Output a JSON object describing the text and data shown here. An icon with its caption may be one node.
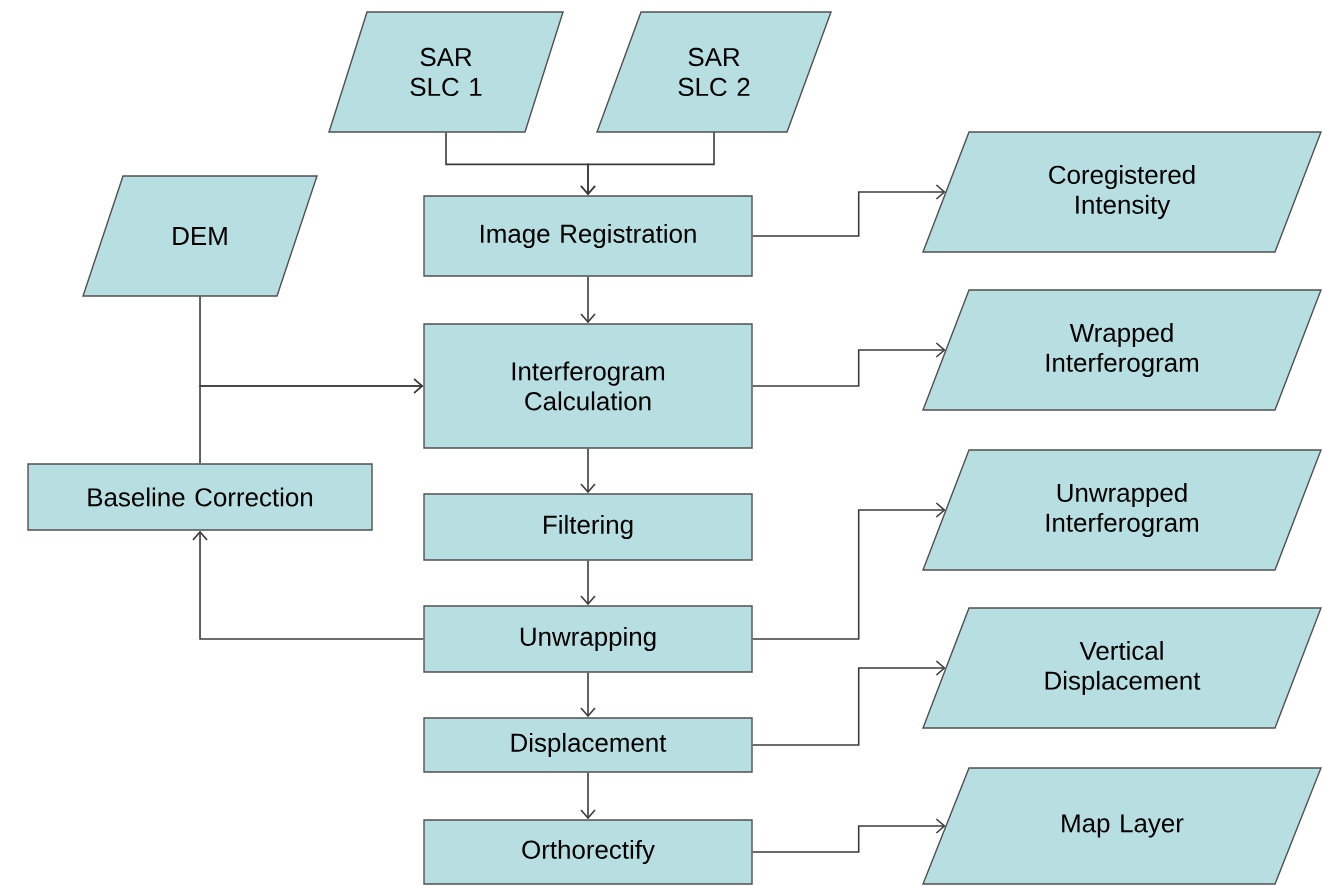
{
  "diagram": {
    "nodes": [
      {
        "text": [
          "SAR SLC 1"
        ]
      },
      {
        "text": [
          "SAR SLC 2"
        ]
      },
      {
        "text": [
          "DEM"
        ]
      },
      {
        "text": [
          "Image Registration"
        ]
      },
      {
        "text": [
          "Coregistered Intensity"
        ]
      },
      {
        "text": [
          "Interferogram Calculation"
        ]
      },
      {
        "text": [
          "Wrapped Interferogram"
        ]
      },
      {
        "text": [
          "Baseline Correction"
        ]
      },
      {
        "text": [
          "Filtering"
        ]
      },
      {
        "text": [
          "Unwrapped Interferogram"
        ]
      },
      {
        "text": [
          "Unwrapping"
        ]
      },
      {
        "text": [
          "Vertical Displacement"
        ]
      },
      {
        "text": [
          "Displacement"
        ]
      },
      {
        "text": [
          "Orthorectify"
        ]
      },
      {
        "text": [
          "Map Layer"
        ]
      }
    ],
    "edges": [
      {
        "from": 0,
        "to": 3,
        "arrow": "to"
      },
      {
        "from": 1,
        "to": 3,
        "arrow": "to"
      },
      {
        "from": 3,
        "to": 4,
        "arrow": "to"
      },
      {
        "from": 3,
        "to": 5,
        "arrow": "to"
      },
      {
        "from": 2,
        "to": 5,
        "arrow": "to"
      },
      {
        "from": 7,
        "to": 5,
        "arrow": "to"
      },
      {
        "from": 5,
        "to": 6,
        "arrow": "to"
      },
      {
        "from": 5,
        "to": 8,
        "arrow": "to"
      },
      {
        "from": 8,
        "to": 10,
        "arrow": "to"
      },
      {
        "from": 10,
        "to": 7,
        "arrow": "to"
      },
      {
        "from": 10,
        "to": 9,
        "arrow": "to"
      },
      {
        "from": 10,
        "to": 12,
        "arrow": "to"
      },
      {
        "from": 12,
        "to": 11,
        "arrow": "to"
      },
      {
        "from": 12,
        "to": 13,
        "arrow": "to"
      },
      {
        "from": 13,
        "to": 14,
        "arrow": "to"
      }
    ]
  }
}
